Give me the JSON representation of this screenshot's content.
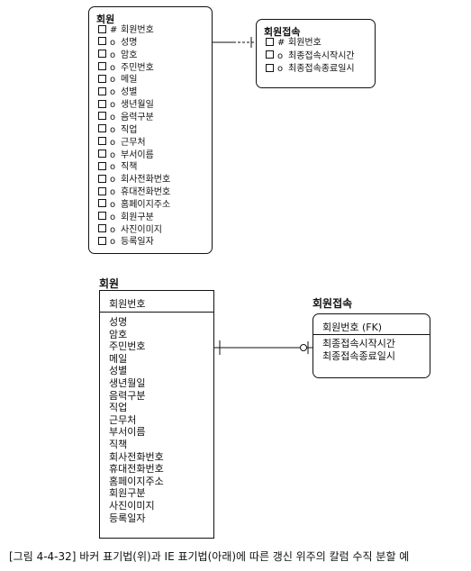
{
  "barker": {
    "member": {
      "title": "회원",
      "attributes": [
        {
          "mark": "#",
          "name": "회원번호"
        },
        {
          "mark": "o",
          "name": "성명"
        },
        {
          "mark": "o",
          "name": "암호"
        },
        {
          "mark": "o",
          "name": "주민번호"
        },
        {
          "mark": "o",
          "name": "메일"
        },
        {
          "mark": "o",
          "name": "성별"
        },
        {
          "mark": "o",
          "name": "생년월일"
        },
        {
          "mark": "o",
          "name": "음력구분"
        },
        {
          "mark": "o",
          "name": "직업"
        },
        {
          "mark": "o",
          "name": "근무처"
        },
        {
          "mark": "o",
          "name": "부서이름"
        },
        {
          "mark": "o",
          "name": "직책"
        },
        {
          "mark": "o",
          "name": "회사전화번호"
        },
        {
          "mark": "o",
          "name": "휴대전화번호"
        },
        {
          "mark": "o",
          "name": "홈페이지주소"
        },
        {
          "mark": "o",
          "name": "회원구분"
        },
        {
          "mark": "o",
          "name": "사진이미지"
        },
        {
          "mark": "o",
          "name": "등록일자"
        }
      ]
    },
    "access": {
      "title": "회원접속",
      "attributes": [
        {
          "mark": "#",
          "name": "회원번호"
        },
        {
          "mark": "o",
          "name": "최종접속시작시간"
        },
        {
          "mark": "o",
          "name": "최종접속종료일시"
        }
      ]
    }
  },
  "ie": {
    "member": {
      "title": "회원",
      "key": "회원번호",
      "attributes": [
        "성명",
        "암호",
        "주민번호",
        "메일",
        "성별",
        "생년월일",
        "음력구분",
        "직업",
        "근무처",
        "부서이름",
        "직책",
        "회사전화번호",
        "휴대전화번호",
        "홈페이지주소",
        "회원구분",
        "사진이미지",
        "등록일자"
      ]
    },
    "access": {
      "title": "회원접속",
      "key": "회원번호 (FK)",
      "attributes": [
        "최종접속시작시간",
        "최종접속종료일시"
      ]
    }
  },
  "caption": "[그림 4-4-32] 바커 표기법(위)과 IE 표기법(아래)에 따른 갱신 위주의 칼럼 수직 분할 예"
}
